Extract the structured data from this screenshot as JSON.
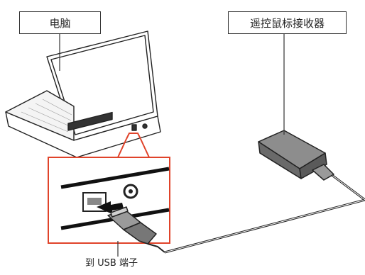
{
  "labels": {
    "computer": "电脑",
    "receiver": "遥控鼠标接收器",
    "usb_port": "到 USB 端子"
  },
  "colors": {
    "callout": "#e0432a",
    "outline": "#222222",
    "shade": "#cfcfcf"
  }
}
